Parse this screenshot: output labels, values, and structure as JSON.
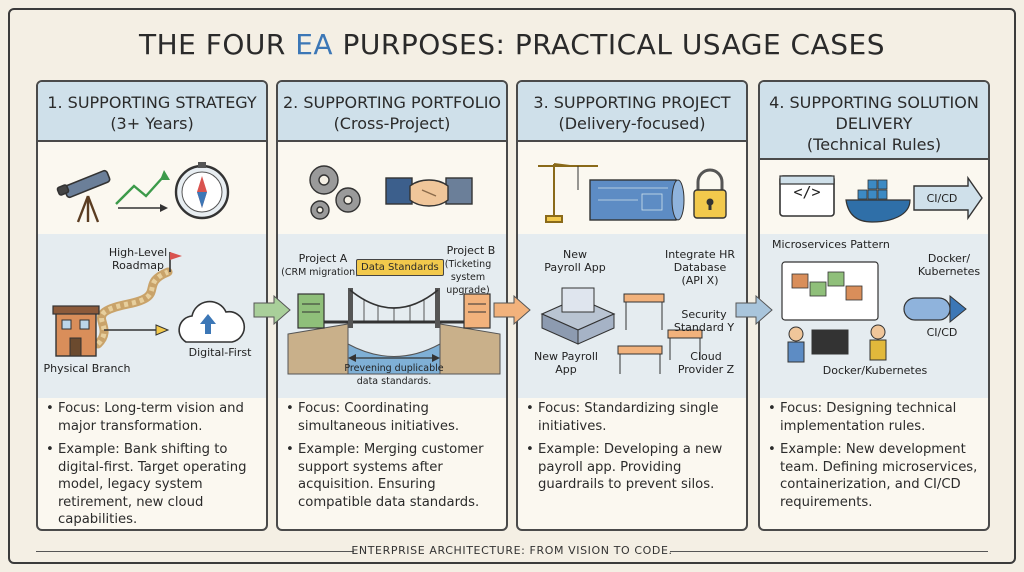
{
  "title": {
    "prefix": "THE FOUR",
    "highlight": "EA",
    "suffix": "PURPOSES: PRACTICAL USAGE CASES"
  },
  "panels": [
    {
      "heading": "1. SUPPORTING STRATEGY",
      "subheading": "(3+ Years)",
      "scene_labels": {
        "roadmap": "High-Level\nRoadmap",
        "branch": "Physical Branch",
        "digital": "Digital-First"
      },
      "bullets": [
        "Focus: Long-term vision and major transformation.",
        "Example: Bank shifting to digital-first. Target operating model, legacy system retirement, new cloud capabilities."
      ]
    },
    {
      "heading": "2. SUPPORTING PORTFOLIO",
      "subheading": "(Cross-Project)",
      "scene_labels": {
        "project_a": "Project A",
        "project_a_sub": "(CRM migration)",
        "standards": "Data Standards",
        "project_b": "Project B",
        "project_b_sub": "(Ticketing system upgrade)",
        "caption": "Prevening duplicable data standards."
      },
      "bullets": [
        "Focus: Coordinating simultaneous initiatives.",
        "Example: Merging customer support systems after acquisition. Ensuring compatible data standards."
      ]
    },
    {
      "heading": "3. SUPPORTING PROJECT",
      "subheading": "(Delivery-focused)",
      "scene_labels": {
        "new_payroll_top": "New\nPayroll App",
        "integrate": "Integrate HR\nDatabase\n(API X)",
        "security": "Security\nStandard Y",
        "new_payroll_bottom": "New Payroll\nApp",
        "cloud": "Cloud\nProvider Z"
      },
      "bullets": [
        "Focus: Standardizing single initiatives.",
        "Example: Developing a new payroll app. Providing guardrails to prevent silos."
      ]
    },
    {
      "heading": "4. SUPPORTING SOLUTION\nDELIVERY",
      "subheading": "(Technical Rules)",
      "scene_labels": {
        "cicd_icon": "CI/CD",
        "microservices": "Microservices Pattern",
        "docker_right": "Docker/\nKubernetes",
        "cicd": "CI/CD",
        "docker_bottom": "Docker/Kubernetes",
        "code_icon": "</>"
      },
      "bullets": [
        "Focus: Designing technical implementation rules.",
        "Example: New development team. Defining microservices, containerization, and CI/CD requirements."
      ]
    }
  ],
  "footer": "ENTERPRISE ARCHITECTURE: FROM VISION TO CODE.",
  "colors": {
    "header_bg": "#cfe0ea",
    "accent_blue": "#3c77b6",
    "arrow_green": "#a9cf9a",
    "arrow_orange": "#f2b27c",
    "arrow_blue": "#a9c5dc"
  }
}
